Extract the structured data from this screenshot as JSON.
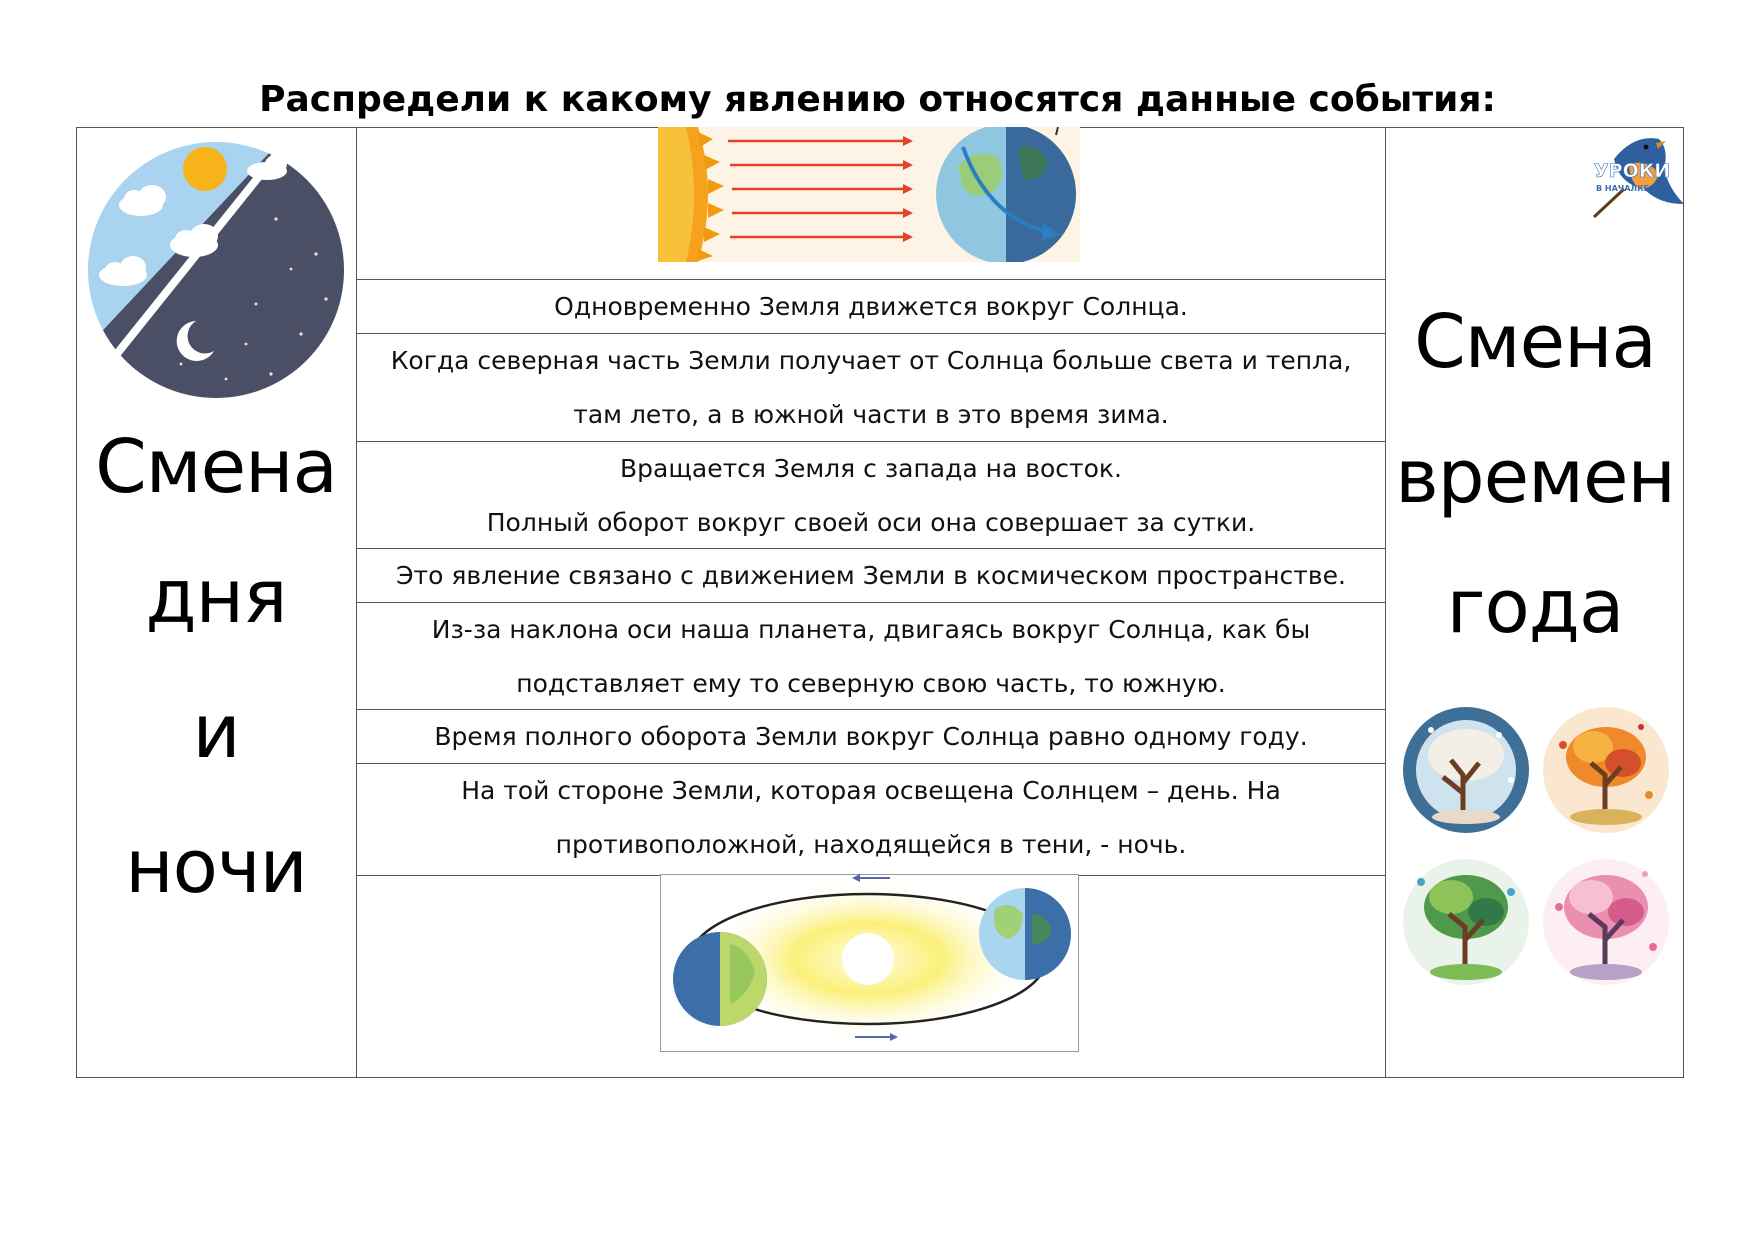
{
  "title": "Распредели к какому явлению относятся данные события:",
  "left_column": {
    "words": [
      "Смена",
      "дня",
      "и",
      "ночи"
    ]
  },
  "right_column": {
    "words": [
      "Смена",
      "времен",
      "года"
    ],
    "logo_text": [
      "УРОКИ",
      "В НАЧАЛКЕ"
    ]
  },
  "statements": [
    {
      "lines": [
        "Одновременно Земля движется вокруг Солнца."
      ]
    },
    {
      "lines": [
        "Когда северная часть Земли получает от Солнца больше света и тепла,",
        "там лето, а в южной части в это время зима."
      ]
    },
    {
      "lines": [
        "Вращается Земля с запада на восток.",
        "Полный оборот вокруг своей оси она совершает за сутки."
      ]
    },
    {
      "lines": [
        "Это явление связано с движением Земли в космическом пространстве."
      ]
    },
    {
      "lines": [
        "Из-за наклона оси наша планета, двигаясь вокруг Солнца, как бы",
        "подставляет ему то северную свою часть, то южную."
      ]
    },
    {
      "lines": [
        "Время полного оборота Земли вокруг Солнца равно одному году."
      ]
    },
    {
      "lines": [
        "На той стороне Земли, которая освещена Солнцем – день. На",
        "противоположной, находящейся в тени, - ночь."
      ]
    }
  ],
  "icons": {
    "day_night": "day-night-icon",
    "sun_rays_earth": "sun-rays-earth-illustration",
    "earth_orbit": "earth-orbit-illustration",
    "seasons": [
      "winter-tree-icon",
      "autumn-tree-icon",
      "summer-tree-icon",
      "spring-tree-icon"
    ],
    "logo": "bird-logo-icon"
  },
  "colors": {
    "border": "#555555",
    "sky": "#a9d3ee",
    "night": "#4b4f66",
    "sun": "#f6b31c"
  }
}
